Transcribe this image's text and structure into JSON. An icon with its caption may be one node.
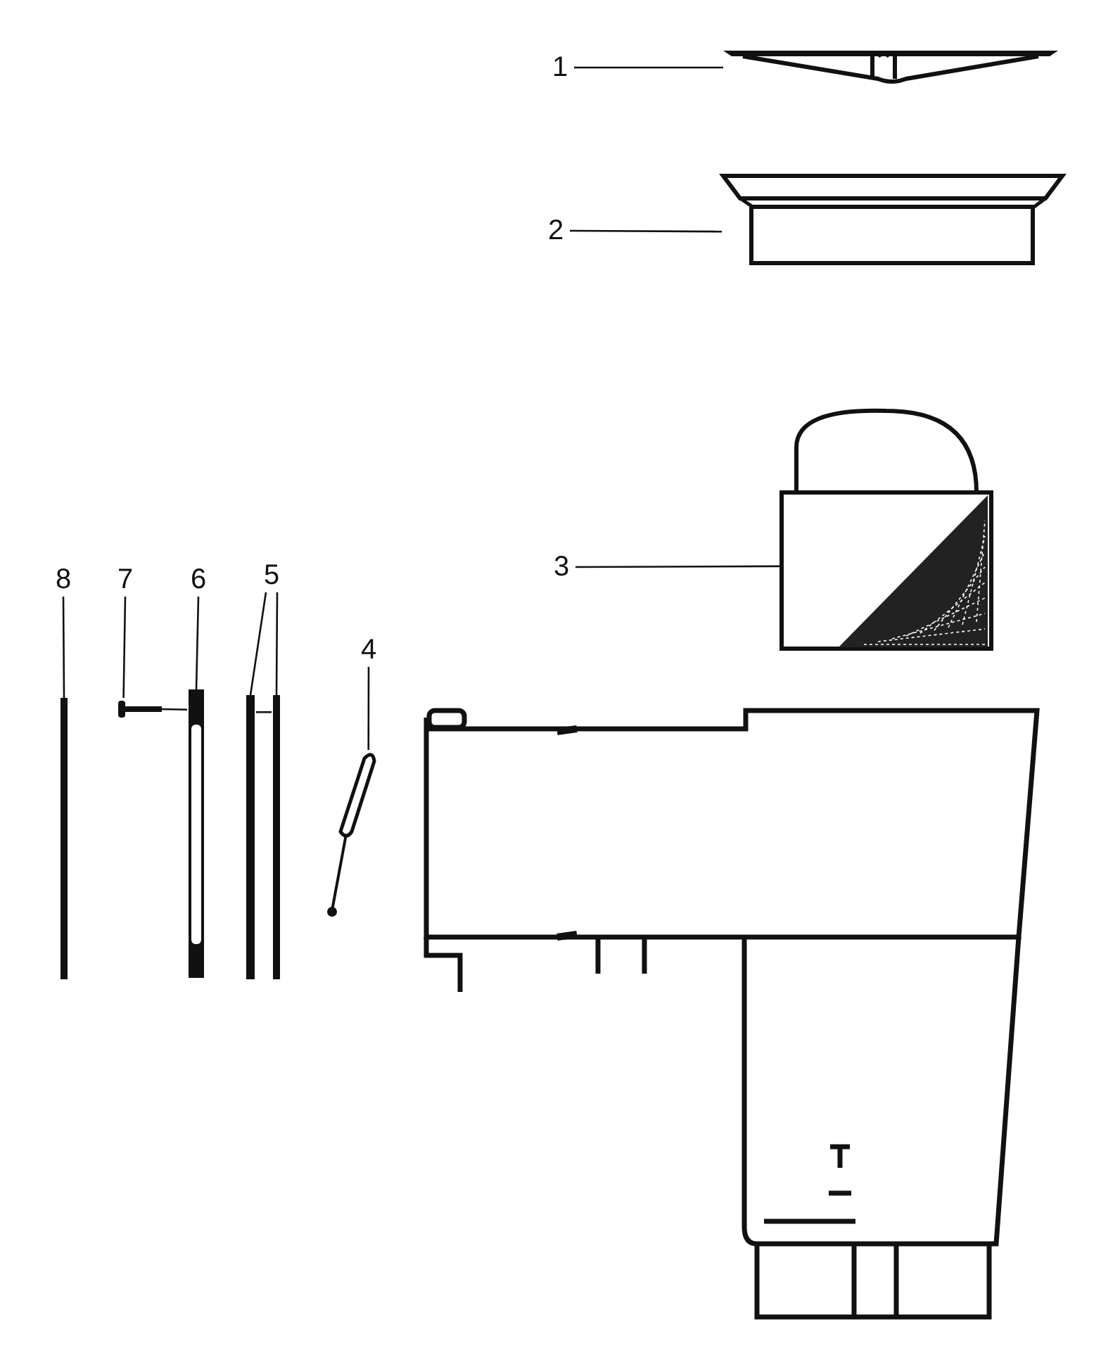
{
  "diagram": {
    "nodes": [
      {
        "text": [
          "1"
        ]
      },
      {
        "text": [],
        "shape": "bar"
      },
      {
        "text": [
          "2"
        ]
      },
      {
        "text": [],
        "shape": "box"
      },
      {
        "text": [
          "3"
        ]
      },
      {
        "text": [],
        "shape": "picture"
      },
      {
        "text": [
          "8"
        ]
      },
      {
        "text": [],
        "shape": "bar"
      },
      {
        "text": [
          "7"
        ]
      },
      {
        "text": [],
        "shape": "picture"
      },
      {
        "text": [
          "6"
        ]
      },
      {
        "text": [],
        "shape": "picture"
      },
      {
        "text": [
          "5"
        ]
      },
      {
        "text": [],
        "shape": "bar"
      },
      {
        "text": [],
        "shape": "bar"
      },
      {
        "text": [
          "4"
        ]
      },
      {
        "text": [],
        "shape": "picture"
      }
    ],
    "edges": [
      {
        "from": 0,
        "to": 1,
        "arrow": "none"
      },
      {
        "from": 2,
        "to": 3,
        "arrow": "none"
      },
      {
        "from": 4,
        "to": 5,
        "arrow": "none"
      },
      {
        "from": 6,
        "to": 7,
        "arrow": "none"
      },
      {
        "from": 8,
        "to": 9,
        "arrow": "none"
      },
      {
        "from": 10,
        "to": 11,
        "arrow": "none"
      },
      {
        "from": 12,
        "to": 13,
        "arrow": "none"
      },
      {
        "from": 12,
        "to": 14,
        "arrow": "none"
      },
      {
        "from": 15,
        "to": 16,
        "arrow": "none"
      },
      {
        "from": 9,
        "to": 11,
        "arrow": "none"
      },
      {
        "from": 13,
        "to": 14,
        "arrow": "none"
      }
    ]
  }
}
